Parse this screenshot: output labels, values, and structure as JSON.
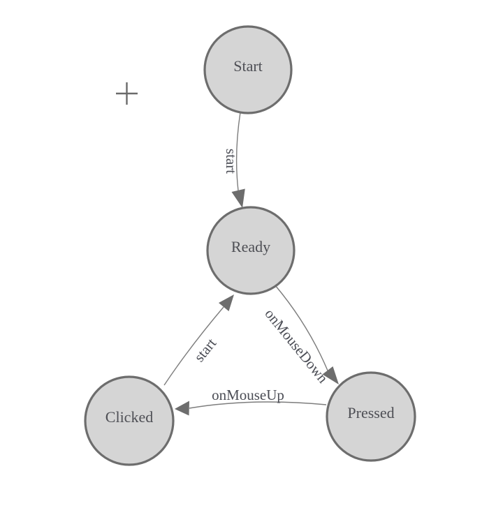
{
  "diagram": {
    "type": "state-machine-diagram",
    "background_color": "#ffffff",
    "colors": {
      "node_fill": "#d5d5d5",
      "node_stroke": "#6d6d6d",
      "edge_stroke": "#7d7d7d",
      "arrowhead_fill": "#6d6d6d",
      "label_text": "#4b4d55"
    },
    "nodes": [
      {
        "id": "start",
        "label": "Start"
      },
      {
        "id": "ready",
        "label": "Ready"
      },
      {
        "id": "clicked",
        "label": "Clicked"
      },
      {
        "id": "pressed",
        "label": "Pressed"
      }
    ],
    "edges": [
      {
        "from": "Start",
        "to": "Ready",
        "label": "start"
      },
      {
        "from": "Clicked",
        "to": "Ready",
        "label": "start"
      },
      {
        "from": "Ready",
        "to": "Pressed",
        "label": "onMouseDown"
      },
      {
        "from": "Pressed",
        "to": "Clicked",
        "label": "onMouseUp"
      }
    ],
    "cursor_icon": "plus-crosshair"
  }
}
